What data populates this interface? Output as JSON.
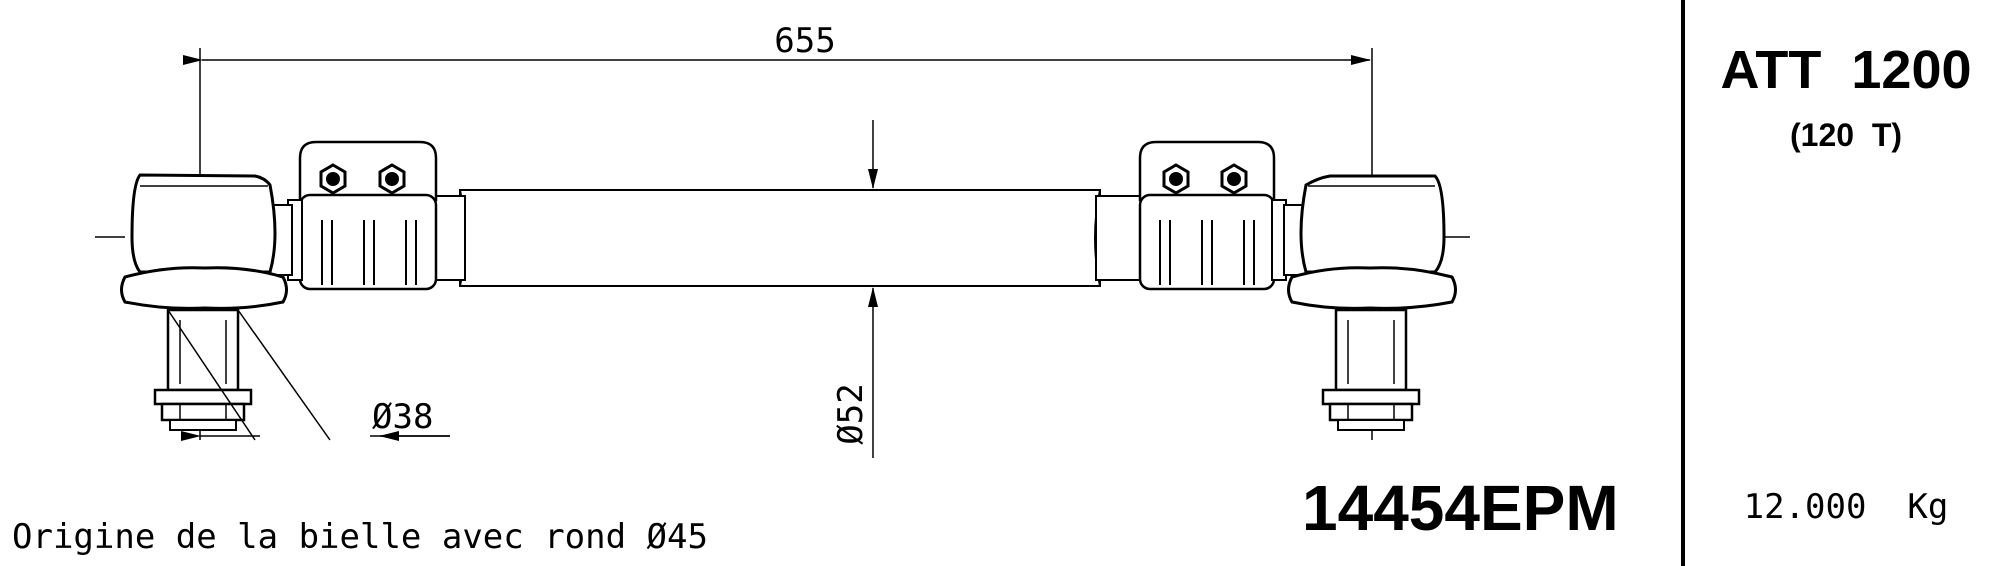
{
  "dimensions": {
    "length": "655",
    "diameter_tube": "Ø52",
    "diameter_pin": "Ø38"
  },
  "note": "Origine de la bielle avec rond Ø45",
  "part_number": "14454EPM",
  "title_block": {
    "model": "ATT  1200",
    "capacity": "(120  T)",
    "weight": "12.000  Kg"
  }
}
